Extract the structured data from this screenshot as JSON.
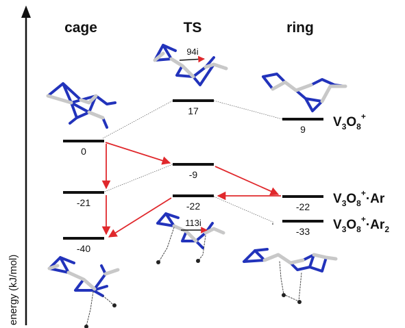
{
  "columns": {
    "cage": "cage",
    "ts": "TS",
    "ring": "ring"
  },
  "axis": {
    "label": "energy (kJ/mol)"
  },
  "levels": {
    "cage_bare": "0",
    "ts_bare": "17",
    "ring_bare": "9",
    "cage_ar": "-21",
    "ts_ar": "-9",
    "ring_ar": "-22",
    "cage_ar2": "-40",
    "ts_ar2": "-22",
    "ring_ar2": "-33"
  },
  "species": {
    "bare": {
      "base": "V",
      "sub1": "3",
      "mid": "O",
      "sub2": "8",
      "sup": "+",
      "tail": ""
    },
    "ar": {
      "base": "V",
      "sub1": "3",
      "mid": "O",
      "sub2": "8",
      "sup": "+",
      "tail": "·Ar"
    },
    "ar2": {
      "base": "V",
      "sub1": "3",
      "mid": "O",
      "sub2": "8",
      "sup": "+",
      "tail": "·Ar",
      "tail_sub": "2"
    }
  },
  "imag_freqs": {
    "ts_bare": "94i",
    "ts_ar": "113i"
  },
  "colors": {
    "arrow": "#e0282c",
    "oxygen": "#2233bb",
    "vanadium": "#c8c8c8",
    "level": "#111111"
  }
}
